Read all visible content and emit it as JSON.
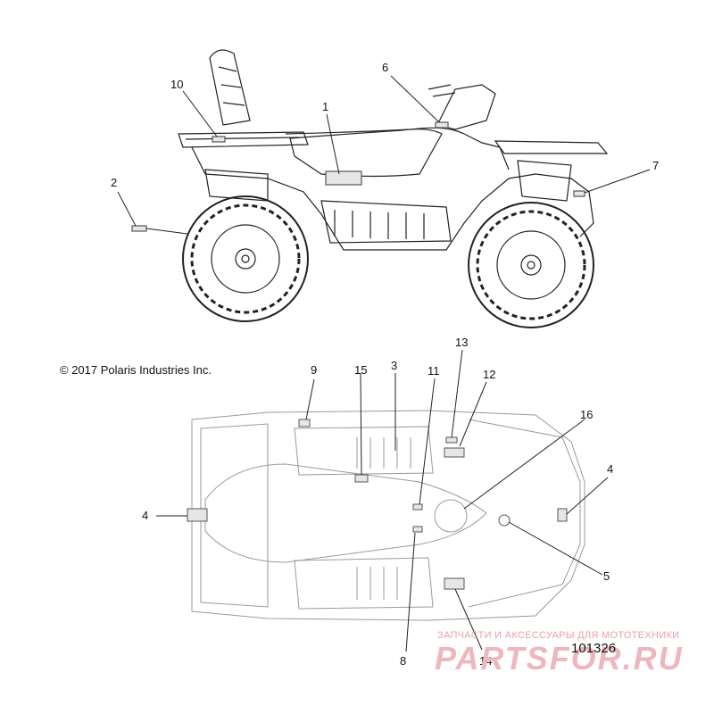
{
  "copyright": "© 2017 Polaris Industries Inc.",
  "part_number": "101326",
  "watermark": {
    "tagline": "ЗАПЧАСТИ И АКСЕССУАРЫ ДЛЯ МОТОТЕХНИКИ",
    "logo": "PARTSFOR.RU",
    "color": "#e8a0a8"
  },
  "callouts": [
    "1",
    "2",
    "3",
    "4",
    "4",
    "5",
    "6",
    "7",
    "8",
    "9",
    "10",
    "11",
    "12",
    "13",
    "14",
    "15",
    "16"
  ],
  "labels": {
    "c1": "1",
    "c2": "2",
    "c3": "3",
    "c4a": "4",
    "c4b": "4",
    "c5": "5",
    "c6": "6",
    "c7": "7",
    "c8": "8",
    "c9": "9",
    "c10": "10",
    "c11": "11",
    "c12": "12",
    "c13": "13",
    "c14": "14",
    "c15": "15",
    "c16": "16"
  },
  "colors": {
    "line": "#222222",
    "light_line": "#9a9a9a",
    "decal_fill": "#e6e6e6"
  }
}
